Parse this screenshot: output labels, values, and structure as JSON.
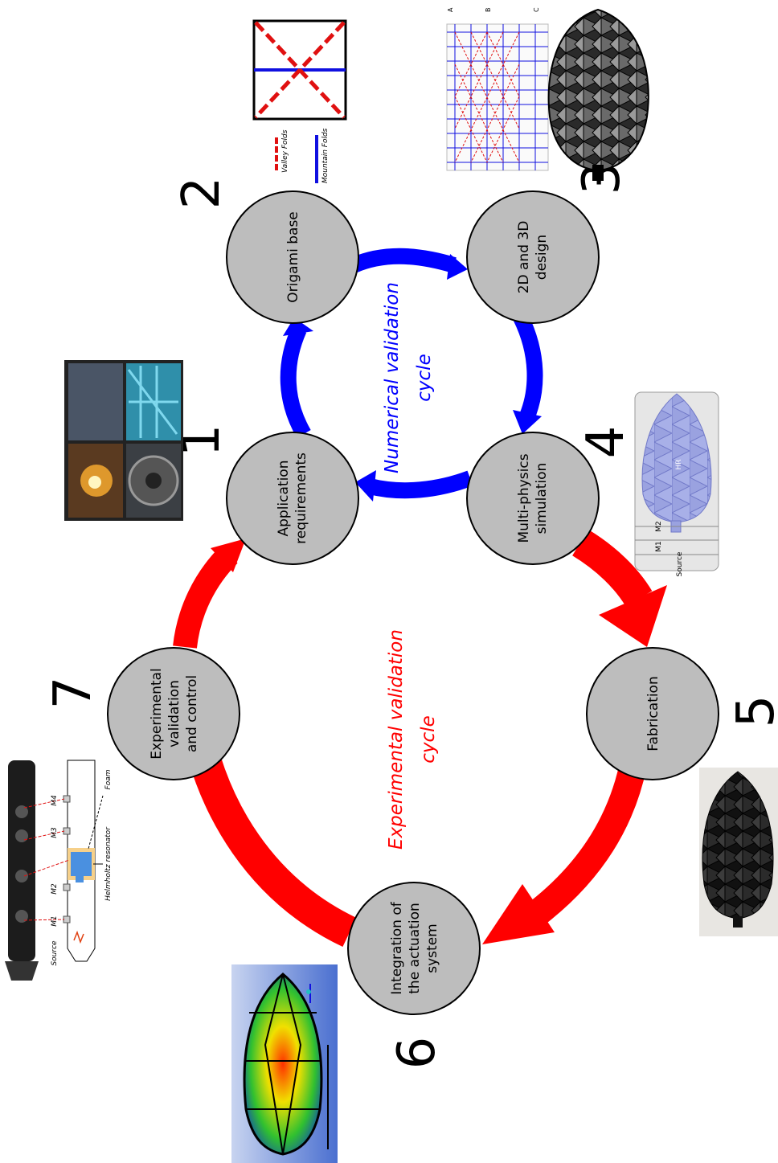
{
  "colors": {
    "node_fill": "#bdbdbd",
    "node_stroke": "#000000",
    "numerical": "#0000ff",
    "experimental": "#ff0000",
    "valley": "#e01010",
    "mountain": "#1010e0"
  },
  "cycles": {
    "numerical": [
      "Numerical validation",
      "cycle"
    ],
    "experimental": [
      "Experimental validation",
      "cycle"
    ]
  },
  "nodes": [
    {
      "number": "1",
      "lines": [
        "Application",
        "requirements"
      ]
    },
    {
      "number": "2",
      "lines": [
        "Origami base"
      ]
    },
    {
      "number": "3",
      "lines": [
        "2D and 3D",
        "design"
      ]
    },
    {
      "number": "4",
      "lines": [
        "Multi-physics",
        "simulation"
      ]
    },
    {
      "number": "5",
      "lines": [
        "Fabrication"
      ]
    },
    {
      "number": "6",
      "lines": [
        "Integration of",
        "the actuation",
        "system"
      ]
    },
    {
      "number": "7",
      "lines": [
        "Experimental",
        "validation",
        "and control"
      ]
    }
  ],
  "fold_legend": {
    "valley": "Valley Folds",
    "mountain": "Mountain Folds"
  },
  "crease_pattern_labels": [
    "A",
    "B",
    "C"
  ],
  "simulation_labels": {
    "source": "Source",
    "m1": "M1",
    "m2": "M2",
    "hr": "HR"
  },
  "experiment_labels": {
    "source": "Source",
    "m1": "M1",
    "m2": "M2",
    "m3": "M3",
    "m4": "M4",
    "resonator": "Helmholtz resonator",
    "foam": "Foam"
  }
}
